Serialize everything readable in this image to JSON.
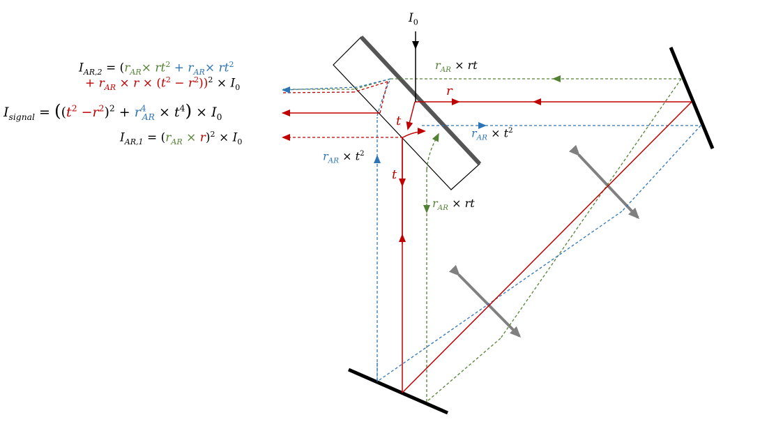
{
  "colors": {
    "red": "#c00000",
    "green": "#548235",
    "blue": "#2e75b6",
    "gray": "#808080",
    "black": "#000000"
  },
  "labels": {
    "i0": "I",
    "i0_sub": "0",
    "r": "r",
    "t_upper": "t",
    "t_lower": "t",
    "rar": "r",
    "ar": "AR",
    "times": "×",
    "rt": "rt",
    "t2": "t",
    "two": "2"
  },
  "equations": {
    "ar2_line1": {
      "lhs": "I",
      "lhs_sub": "AR,2",
      "eq": "= (",
      "r": "r",
      "sub": "AR",
      "times": "×",
      "rt": "rt",
      "sup": "2",
      "plus": "+"
    },
    "ar2_line2": {
      "plus": "+",
      "r": "r",
      "sub": "AR",
      "times": "×",
      "rvar": "r",
      "open": "(",
      "t": "t",
      "minus": "−",
      "sup": "2",
      "close": "))",
      "tail_sup": "2",
      "tail_times": "×",
      "i": "I",
      "i_sub": "0"
    },
    "signal": {
      "lhs": "I",
      "lhs_sub": "signal",
      "eq": "=",
      "big_open": "(",
      "paren_open": "(",
      "t": "t",
      "sup2": "2",
      "minus": "−",
      "r": "r",
      "paren_close": ")",
      "plus": "+",
      "rar": "r",
      "sub": "AR",
      "sup4": "4",
      "times": "×",
      "big_close": ")",
      "i": "I",
      "i_sub": "0"
    },
    "ar1": {
      "lhs": "I",
      "lhs_sub": "AR,1",
      "eq": "= (",
      "r": "r",
      "sub": "AR",
      "times": "×",
      "rvar": "r",
      "close": ")",
      "sup": "2",
      "i": "I",
      "i_sub": "0"
    }
  }
}
